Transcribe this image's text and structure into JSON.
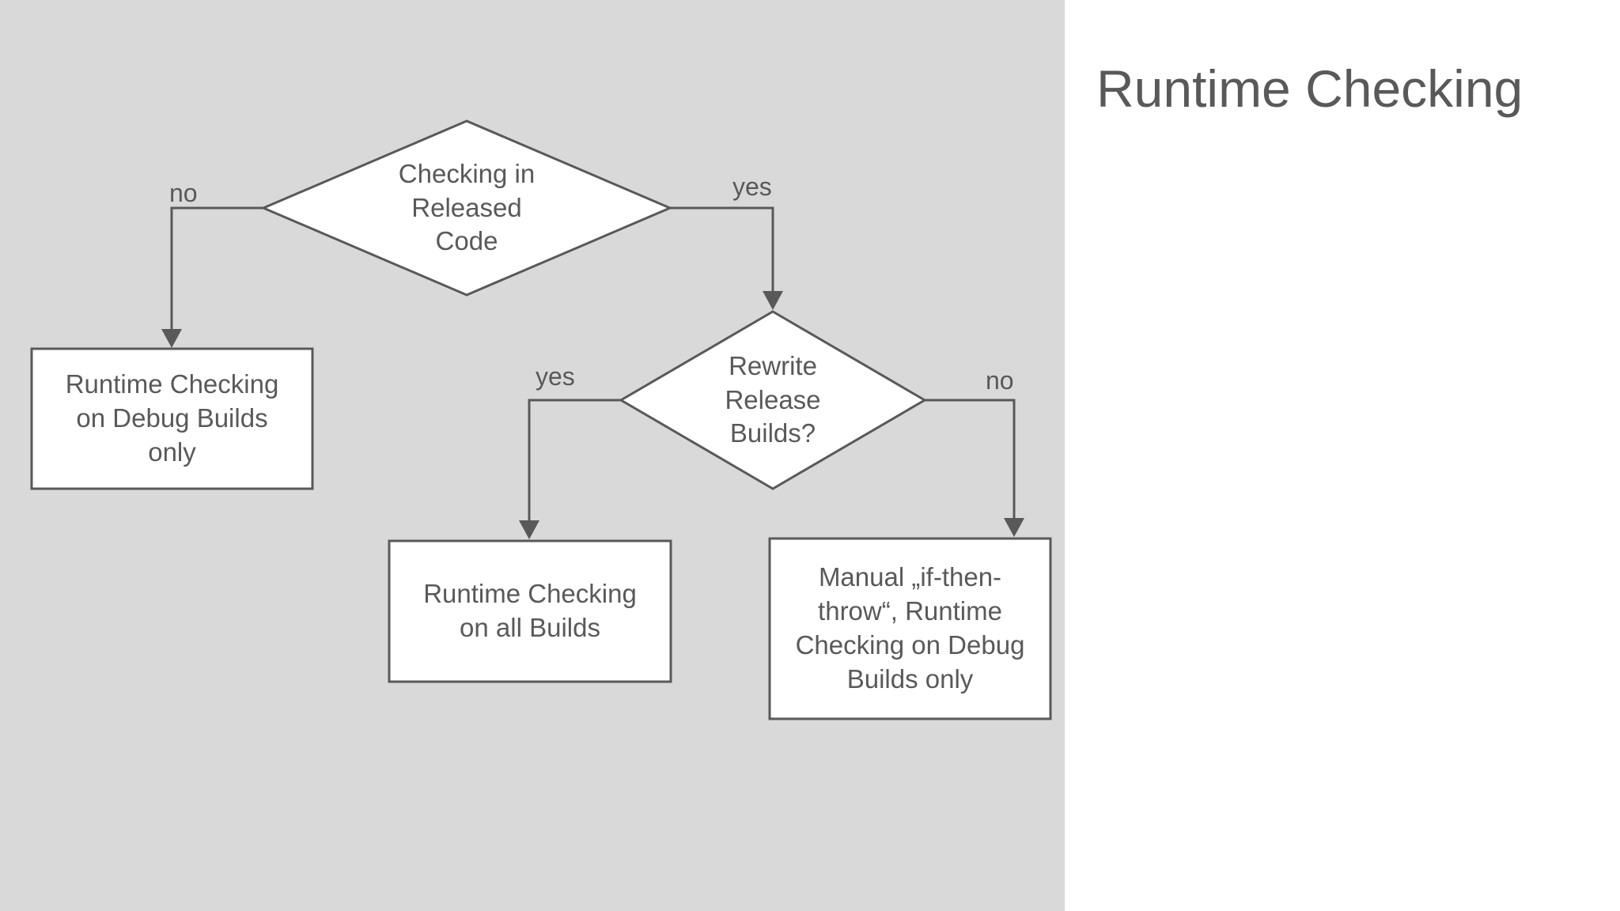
{
  "slide": {
    "title": "Runtime Checking"
  },
  "colors": {
    "canvas_bg": "#d9d9d9",
    "page_bg": "#ffffff",
    "stroke": "#595959",
    "shape_fill": "#ffffff",
    "text": "#595959",
    "title_text": "#595959"
  },
  "flowchart": {
    "nodes": [
      {
        "id": "checking-in-released-code",
        "type": "decision",
        "label": "Checking in\nReleased\nCode"
      },
      {
        "id": "runtime-checking-debug-only",
        "type": "process",
        "label": "Runtime Checking\non Debug Builds\nonly"
      },
      {
        "id": "rewrite-release-builds",
        "type": "decision",
        "label": "Rewrite\nRelease\nBuilds?"
      },
      {
        "id": "runtime-checking-all-builds",
        "type": "process",
        "label": "Runtime Checking\non all Builds"
      },
      {
        "id": "manual-if-then-throw",
        "type": "process",
        "label": "Manual „if-then-\nthrow“, Runtime\nChecking on Debug\nBuilds only"
      }
    ],
    "edges": [
      {
        "from": "checking-in-released-code",
        "to": "runtime-checking-debug-only",
        "label": "no"
      },
      {
        "from": "checking-in-released-code",
        "to": "rewrite-release-builds",
        "label": "yes"
      },
      {
        "from": "rewrite-release-builds",
        "to": "runtime-checking-all-builds",
        "label": "yes"
      },
      {
        "from": "rewrite-release-builds",
        "to": "manual-if-then-throw",
        "label": "no"
      }
    ]
  }
}
